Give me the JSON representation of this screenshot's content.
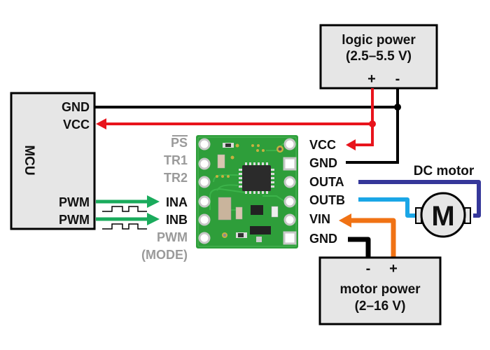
{
  "diagram": {
    "title": "Motor driver wiring diagram",
    "colors": {
      "wire_gnd": "#000000",
      "wire_logic_vcc": "#e8141c",
      "wire_pwm": "#1aab5c",
      "wire_outa": "#35379a",
      "wire_outb": "#1aa6e6",
      "wire_vin": "#f07214",
      "box_fill": "#e6e6e6",
      "pcb_green": "#2e9e3a",
      "inactive_pin_label": "#9a9a9a"
    },
    "logic_power": {
      "label": "logic power",
      "range": "(2.5–5.5 V)",
      "plus": "+",
      "minus": "-"
    },
    "motor_power": {
      "label": "motor power",
      "range": "(2–16 V)",
      "plus": "+",
      "minus": "-"
    },
    "mcu": {
      "label": "MCU",
      "pins": [
        "GND",
        "VCC",
        "PWM",
        "PWM"
      ]
    },
    "board_left_pins": [
      {
        "label": "PS",
        "overline": true,
        "connected": false
      },
      {
        "label": "TR1",
        "connected": false
      },
      {
        "label": "TR2",
        "connected": false
      },
      {
        "label": "INA",
        "connected": true
      },
      {
        "label": "INB",
        "connected": true
      },
      {
        "label": "PWM",
        "connected": false
      },
      {
        "label": "(MODE)",
        "connected": false
      }
    ],
    "board_right_pins": [
      {
        "label": "VCC"
      },
      {
        "label": "GND"
      },
      {
        "label": "OUTA"
      },
      {
        "label": "OUTB"
      },
      {
        "label": "VIN"
      },
      {
        "label": "GND"
      }
    ],
    "motor": {
      "label": "DC motor",
      "symbol": "M"
    },
    "connections": [
      {
        "from": "logic power +",
        "to": "MCU VCC"
      },
      {
        "from": "logic power +",
        "to": "board VCC"
      },
      {
        "from": "logic power -",
        "to": "MCU GND"
      },
      {
        "from": "logic power -",
        "to": "board GND"
      },
      {
        "from": "MCU PWM",
        "to": "board INA",
        "signal": "pwm"
      },
      {
        "from": "MCU PWM",
        "to": "board INB",
        "signal": "pwm"
      },
      {
        "from": "board OUTA",
        "to": "DC motor"
      },
      {
        "from": "board OUTB",
        "to": "DC motor"
      },
      {
        "from": "motor power +",
        "to": "board VIN"
      },
      {
        "from": "motor power -",
        "to": "board GND"
      }
    ]
  }
}
